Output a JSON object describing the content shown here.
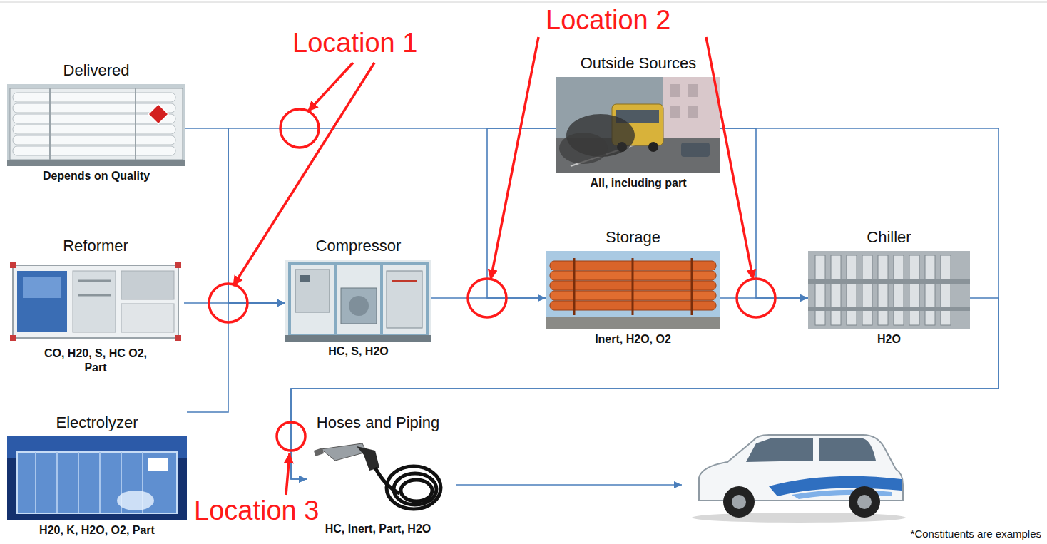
{
  "diagram": {
    "nodes": [
      {
        "text": [
          "Delivered",
          "Depends on Quality"
        ]
      },
      {
        "text": [
          "Outside Sources",
          "All, including part"
        ]
      },
      {
        "text": [
          "Reformer",
          "CO, H20, S, HC O2, Part"
        ]
      },
      {
        "text": [
          "Compressor",
          "HC, S, H2O"
        ]
      },
      {
        "text": [
          "Storage",
          "Inert, H2O, O2"
        ]
      },
      {
        "text": [
          "Chiller",
          "H2O"
        ]
      },
      {
        "text": [
          "Electrolyzer",
          "H20, K, H2O, O2, Part"
        ]
      },
      {
        "text": [
          "Hoses and Piping",
          "HC, Inert, Part, H2O"
        ]
      }
    ],
    "edges": [
      {
        "from": 0,
        "to": 3,
        "arrow": "to"
      },
      {
        "from": 2,
        "to": 3,
        "arrow": "to"
      },
      {
        "from": 6,
        "to": 3,
        "arrow": "to"
      },
      {
        "from": 1,
        "to": 3,
        "arrow": "to"
      },
      {
        "from": 3,
        "to": 4,
        "arrow": "to"
      },
      {
        "from": 1,
        "to": 4,
        "arrow": "to"
      },
      {
        "from": 4,
        "to": 5,
        "arrow": "to"
      },
      {
        "from": 1,
        "to": 5,
        "arrow": "to"
      },
      {
        "from": 5,
        "to": 7,
        "arrow": "to"
      },
      {
        "from": 1,
        "to": 7,
        "arrow": "to"
      }
    ],
    "labels": [
      "Location 1",
      "Location 2",
      "Location 3",
      "*Constituents are examples"
    ]
  }
}
